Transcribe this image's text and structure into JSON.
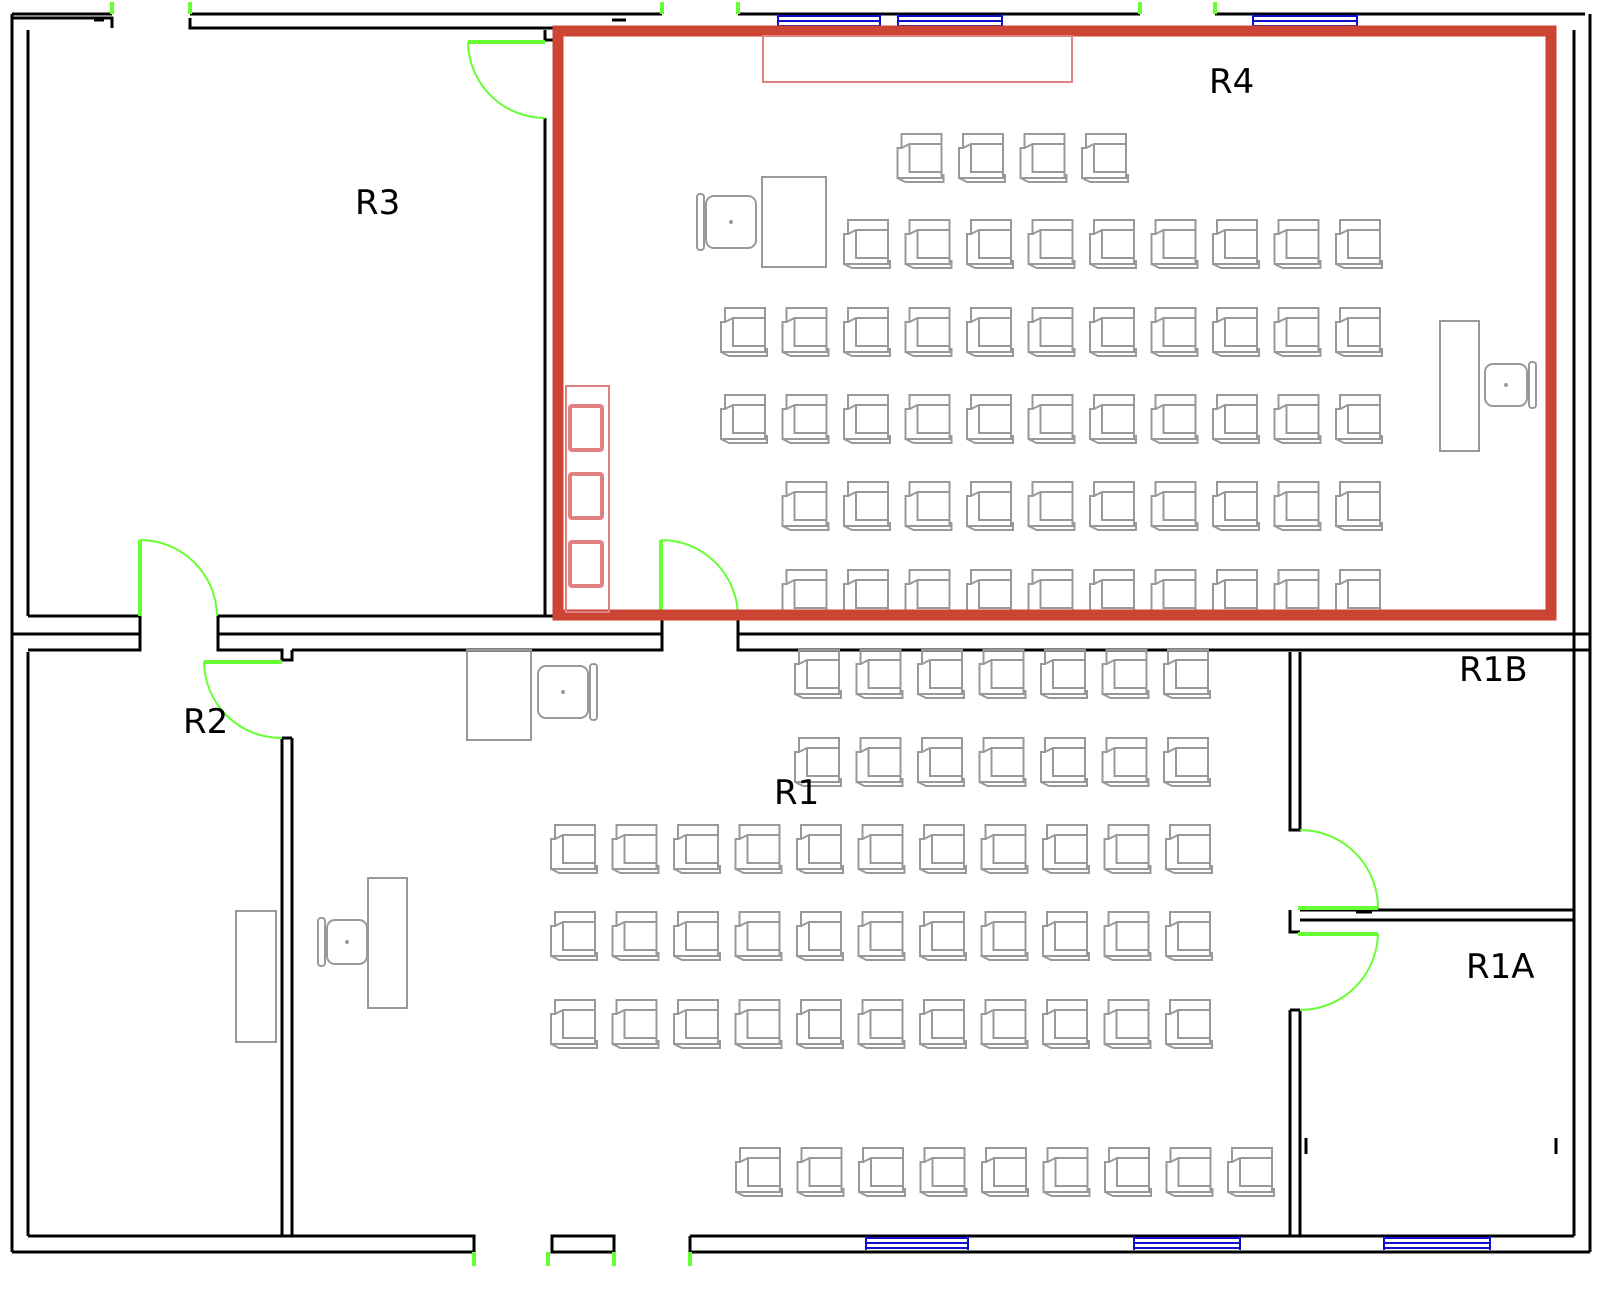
{
  "colors": {
    "wall": "#000000",
    "door": "#66ff33",
    "window": "#1010cc",
    "furniture": "#999999",
    "highlight": "#cc4433",
    "highlight_fixture": "#e08080"
  },
  "rooms": {
    "r1": "R1",
    "r1a": "R1A",
    "r1b": "R1B",
    "r2": "R2",
    "r3": "R3",
    "r4": "R4"
  },
  "highlighted_room": "R4",
  "seating": {
    "R4": [
      4,
      9,
      11,
      11,
      10,
      10
    ],
    "R1": [
      7,
      7,
      11,
      11,
      11,
      9
    ]
  },
  "icons": {
    "door": "door-swing-icon",
    "window": "window-icon",
    "seat": "seat-icon",
    "chair": "chair-icon",
    "desk": "desk-icon"
  }
}
